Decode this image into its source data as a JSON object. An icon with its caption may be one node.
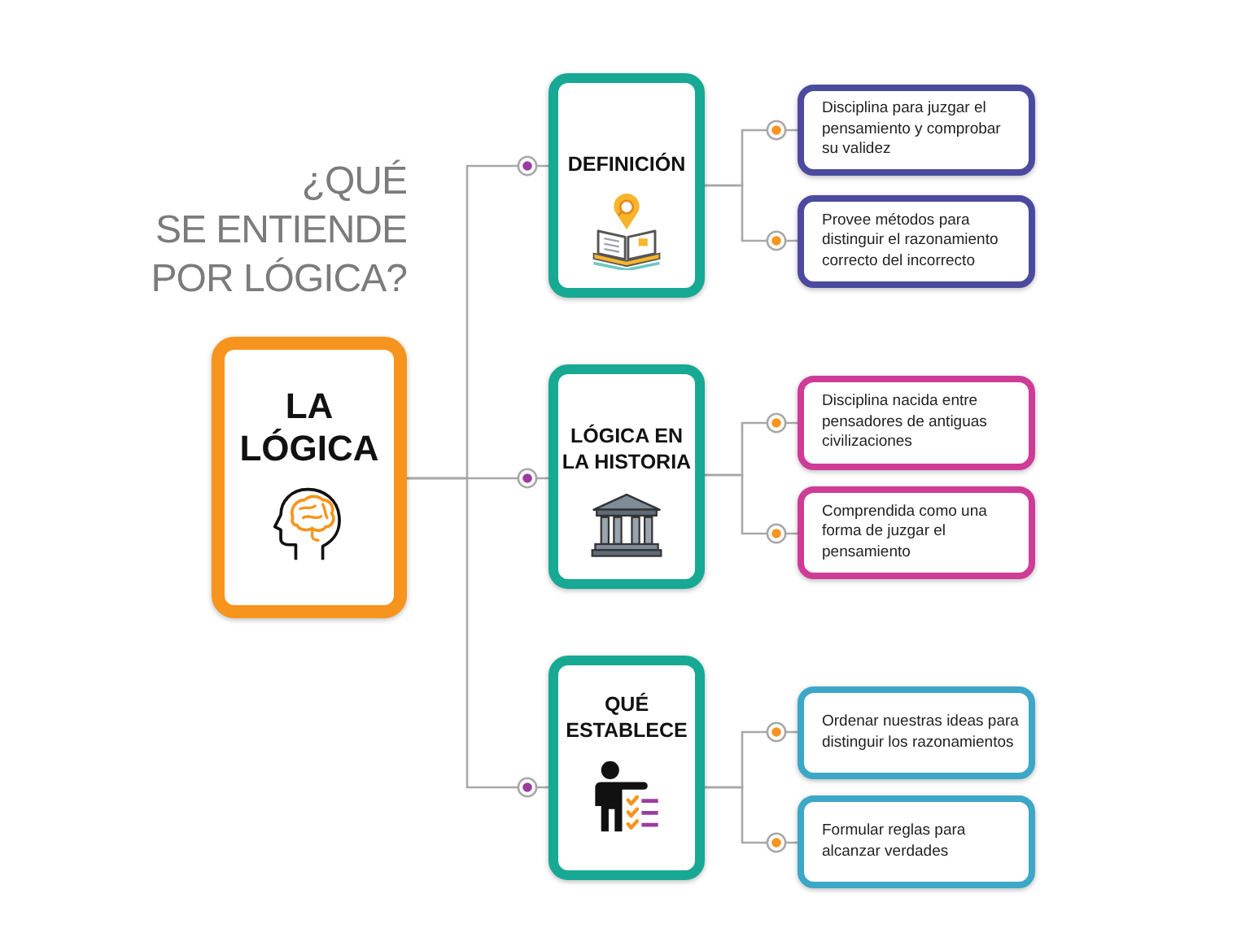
{
  "diagram": {
    "title": "¿QUÉ SE ENTIENDE POR LÓGICA?",
    "nodes": [
      {
        "text": [
          "LA LÓGICA"
        ]
      },
      {
        "text": [
          "DEFINICIÓN"
        ]
      },
      {
        "text": [
          "Disciplina para juzgar el pensamiento y comprobar su validez"
        ]
      },
      {
        "text": [
          "Provee métodos para distinguir el razonamiento correcto del incorrecto"
        ]
      },
      {
        "text": [
          "LÓGICA EN LA HISTORIA"
        ]
      },
      {
        "text": [
          "Disciplina nacida entre pensadores de antiguas civilizaciones"
        ]
      },
      {
        "text": [
          "Comprendida como una forma de juzgar el pensamiento"
        ]
      },
      {
        "text": [
          "QUÉ ESTABLECE"
        ]
      },
      {
        "text": [
          "Ordenar nuestras ideas para distinguir los razonamientos"
        ]
      },
      {
        "text": [
          "Formular reglas para alcanzar verdades"
        ]
      }
    ],
    "edges": [
      {
        "from": 0,
        "to": 1,
        "arrow": "other"
      },
      {
        "from": 0,
        "to": 4,
        "arrow": "other"
      },
      {
        "from": 0,
        "to": 7,
        "arrow": "other"
      },
      {
        "from": 1,
        "to": 2,
        "arrow": "other"
      },
      {
        "from": 1,
        "to": 3,
        "arrow": "other"
      },
      {
        "from": 4,
        "to": 5,
        "arrow": "other"
      },
      {
        "from": 4,
        "to": 6,
        "arrow": "other"
      },
      {
        "from": 7,
        "to": 8,
        "arrow": "other"
      },
      {
        "from": 7,
        "to": 9,
        "arrow": "other"
      }
    ]
  }
}
